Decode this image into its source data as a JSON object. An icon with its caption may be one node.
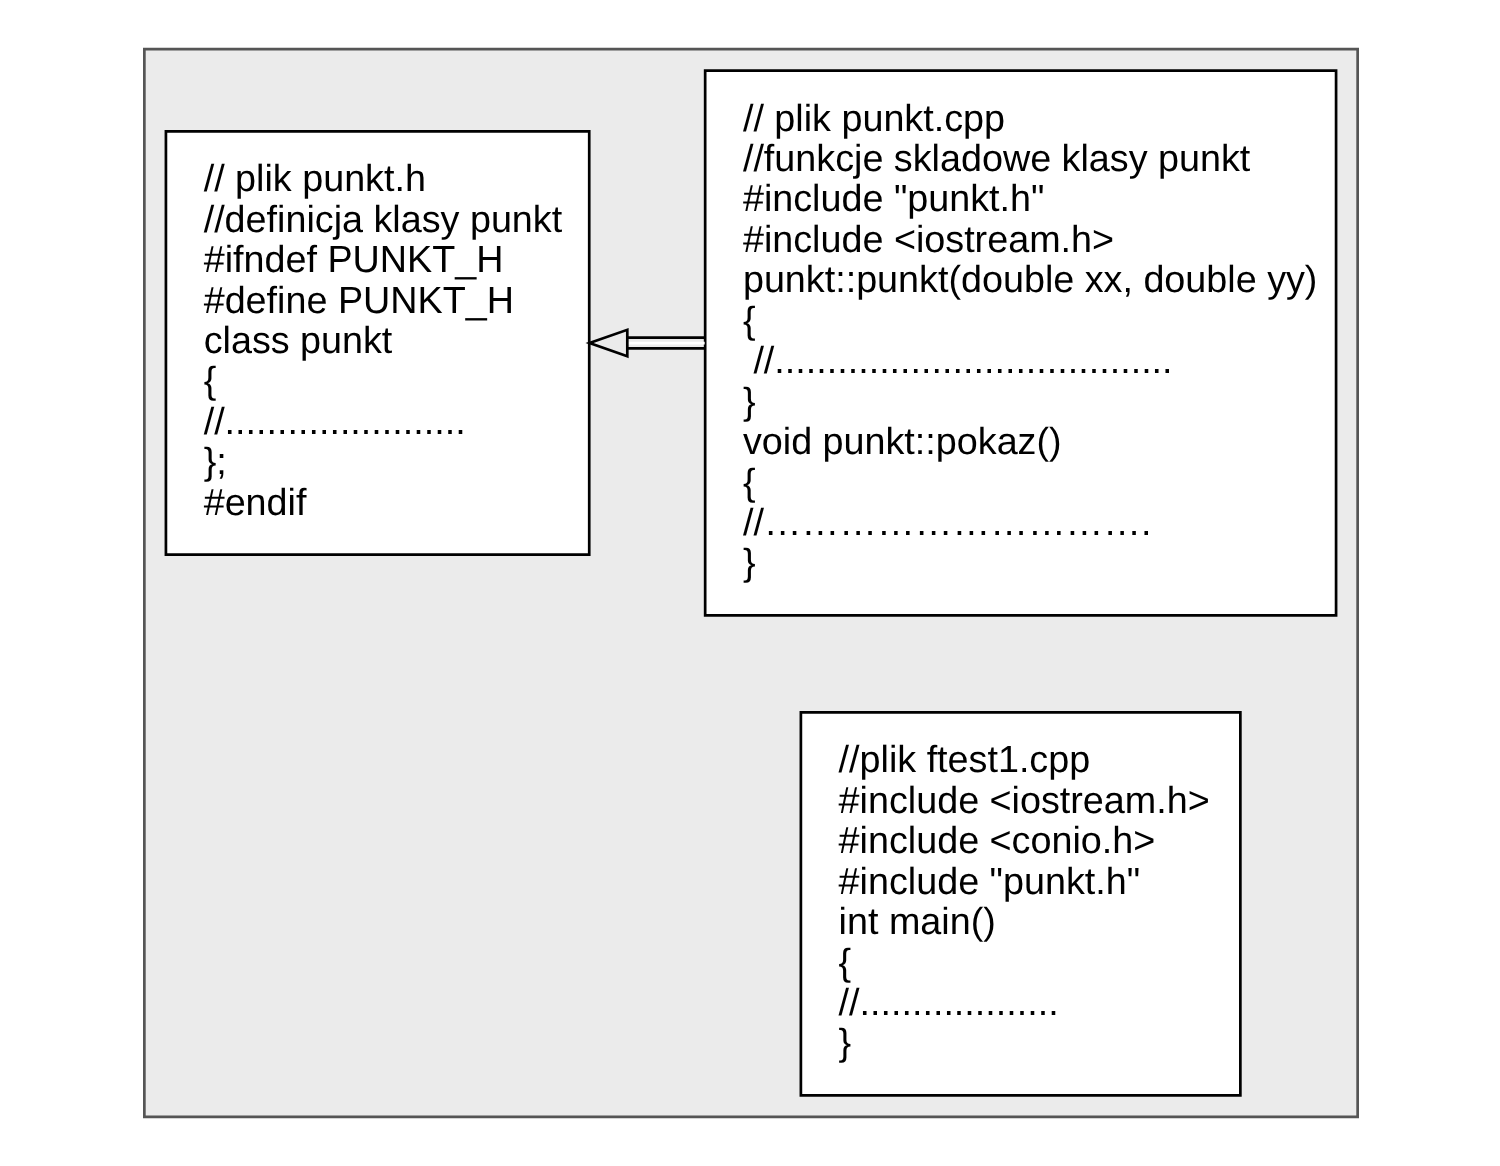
{
  "diagram": {
    "nodes": [
      {
        "text": [],
        "shape": "box"
      },
      {
        "text": [
          "// plik punkt.h",
          "//definicja klasy punkt",
          "#ifndef PUNKT_H",
          "#define PUNKT_H",
          "class punkt",
          "{",
          " //.......................",
          "};",
          "#endif"
        ],
        "in": 0
      },
      {
        "text": [
          "// plik punkt.cpp",
          "//funkcje skladowe klasy punkt",
          "#include \"punkt.h\"",
          "#include <iostream.h>",
          "punkt::punkt(double xx, double yy)",
          " {",
          "  //......................................",
          " }",
          "void punkt::pokaz()",
          "{",
          " //………………………….",
          "}"
        ],
        "in": 0
      },
      {
        "text": [
          "//plik ftest1.cpp",
          "#include <iostream.h>",
          "#include <conio.h>",
          "#include \"punkt.h\"",
          "int main()",
          "{",
          " //...................",
          "}"
        ],
        "in": 0
      }
    ],
    "edges": [
      {
        "from": 2,
        "to": 1,
        "arrow": "to"
      }
    ]
  }
}
